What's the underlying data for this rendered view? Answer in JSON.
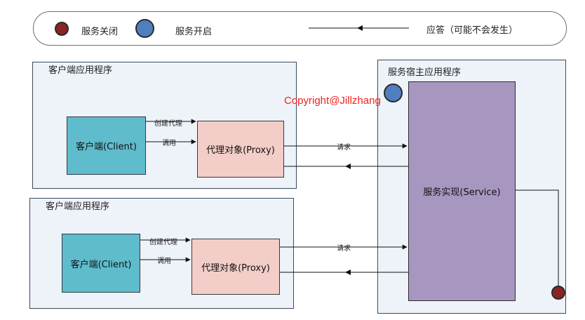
{
  "legend": {
    "closed_label": "服务关闭",
    "open_label": "服务开启",
    "reply_label": "应答（可能不会发生）",
    "closed_color": "#8b2323",
    "open_color": "#4f7fbf"
  },
  "client_apps": [
    {
      "title": "客户端应用程序",
      "client_label": "客户端(Client)",
      "proxy_label": "代理对象(Proxy)",
      "create_proxy_label": "创建代理",
      "call_label": "调用",
      "request_label": "请求"
    },
    {
      "title": "客户端应用程序",
      "client_label": "客户端(Client)",
      "proxy_label": "代理对象(Proxy)",
      "create_proxy_label": "创建代理",
      "call_label": "调用",
      "request_label": "请求"
    }
  ],
  "service_host": {
    "title": "服务宿主应用程序",
    "service_label": "服务实现(Service)"
  },
  "watermark": "Copyright@Jillzhang"
}
